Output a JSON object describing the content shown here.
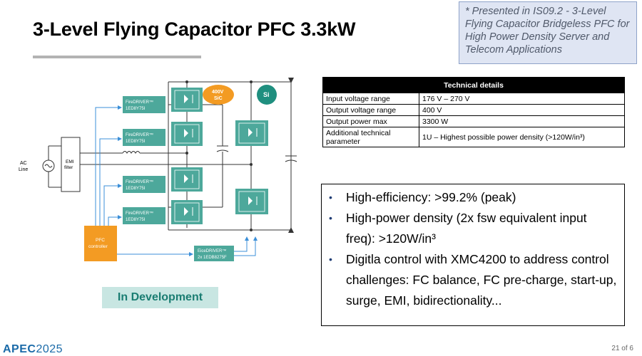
{
  "slide": {
    "title": "3-Level Flying Capacitor PFC 3.3kW",
    "note": "* Presented in IS09.2 - 3-Level Flying Capacitor Bridgeless PFC for High Power Density Server and Telecom Applications",
    "status_badge": "In Development",
    "page_number": "21 of 6"
  },
  "logo": {
    "text_a": "APEC",
    "text_b": "2025",
    "color": "#1a6aa8"
  },
  "tech_details": {
    "header": "Technical details",
    "rows": [
      {
        "param": "Input voltage range",
        "value": "176 V – 270 V"
      },
      {
        "param": "Output voltage range",
        "value": "400 V"
      },
      {
        "param": "Output power max",
        "value": "3300 W"
      },
      {
        "param": "Additional technical parameter",
        "value": "1U – Highest possible power density (>120W/in³)"
      }
    ]
  },
  "bullets": [
    "High-efficiency: >99.2% (peak)",
    "High-power density (2x fsw equivalent input freq): >120W/in³",
    "Digitla control with XMC4200 to address control challenges: FC balance, FC pre-charge, start-up, surge, EMI, bidirectionality..."
  ],
  "circuit": {
    "ac_label_1": "AC",
    "ac_label_2": "Line",
    "emi_label_1": "EMI",
    "emi_label_2": "filter",
    "driver_label_1": "FireDRIVER™",
    "driver_label_2": "1ED8Y75I",
    "controller_label_1": "PFC",
    "controller_label_2": "controller",
    "bottom_driver_1": "EiceDRIVER™",
    "bottom_driver_2": "2x 1EDB8275F",
    "badge_sic_1": "400V",
    "badge_sic_2": "SiC",
    "badge_si": "Si",
    "colors": {
      "teal": "#4da89b",
      "orange": "#f39b23",
      "blue_arrow": "#3b8fd8",
      "driver_fill": "#4da89b"
    }
  }
}
